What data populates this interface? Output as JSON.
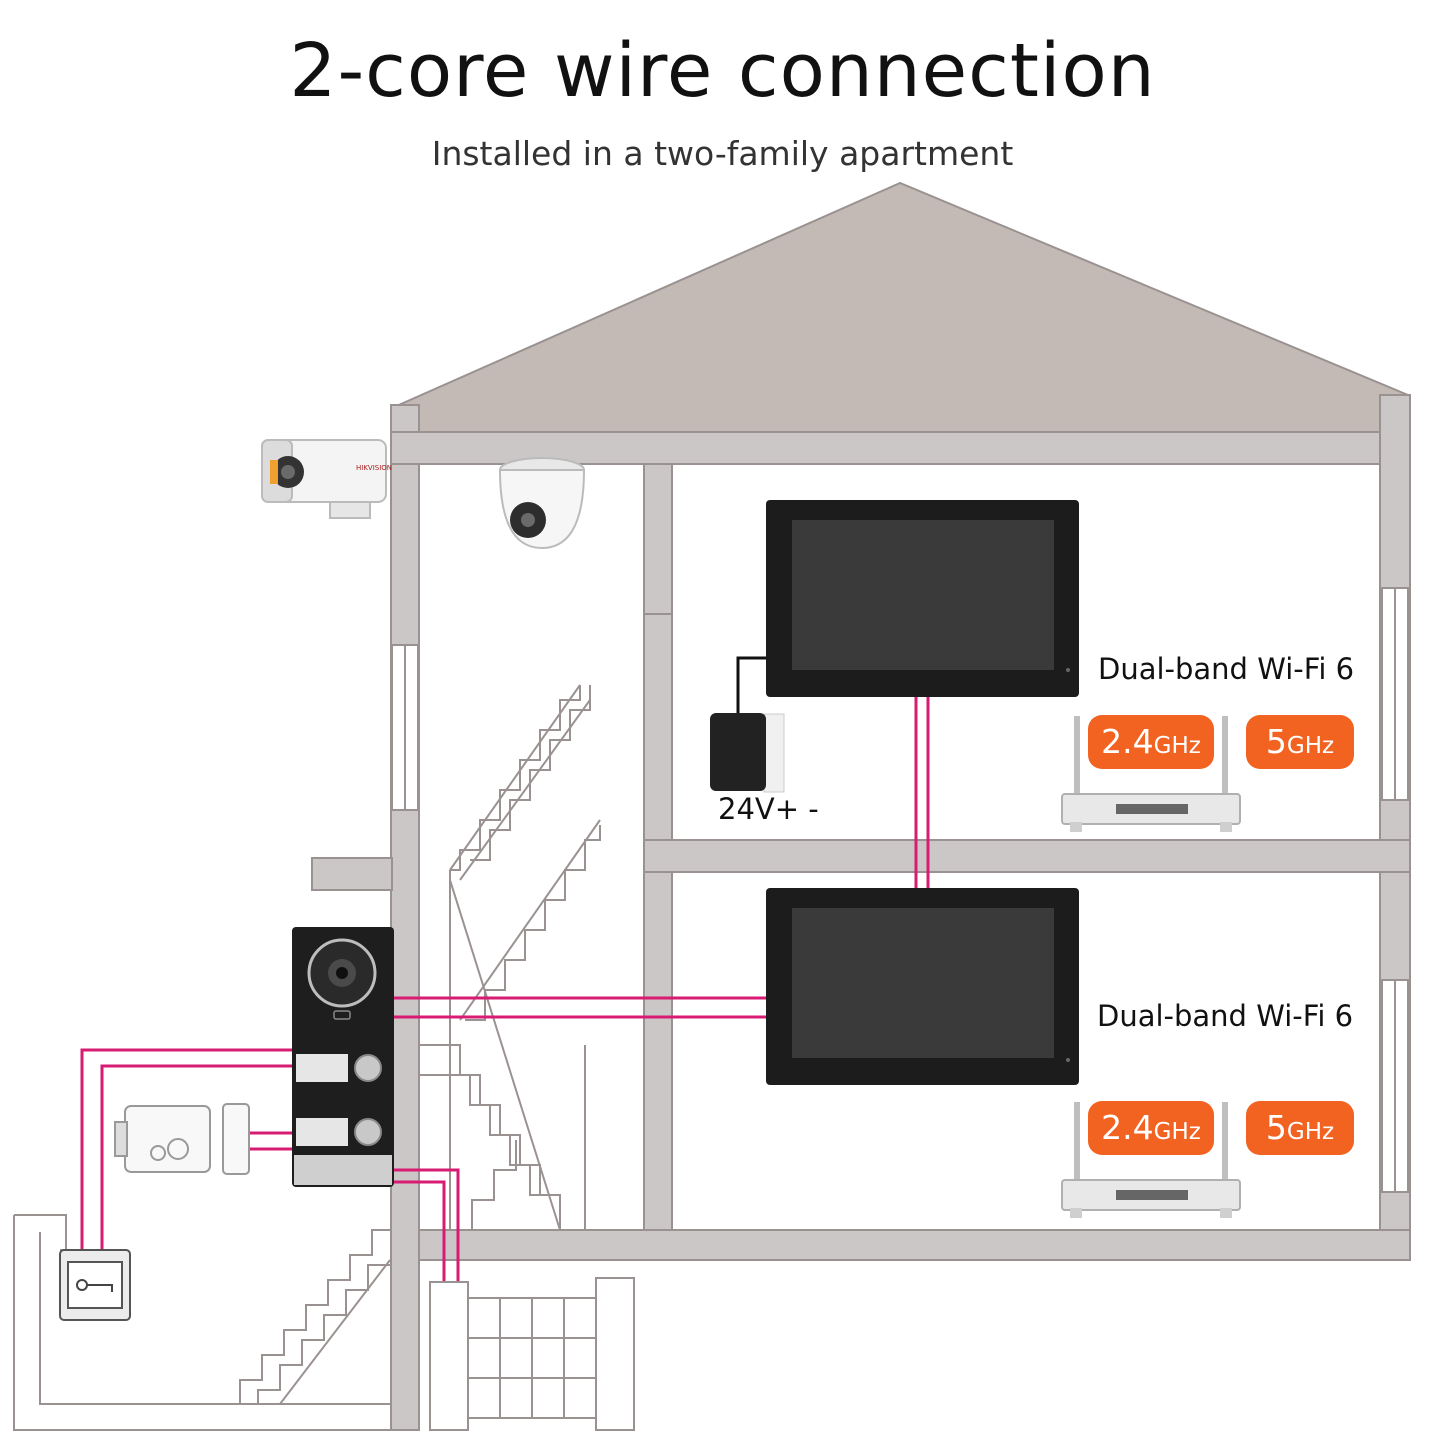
{
  "title": "2-core wire connection",
  "subtitle": "Installed in a two-family apartment",
  "power_label": "24V+ -",
  "floors": [
    {
      "wifi_label": "Dual-band Wi-Fi 6",
      "bands": [
        {
          "value": "2.4",
          "unit": "GHz"
        },
        {
          "value": "5",
          "unit": "GHz"
        }
      ]
    },
    {
      "wifi_label": "Dual-band Wi-Fi 6",
      "bands": [
        {
          "value": "2.4",
          "unit": "GHz"
        },
        {
          "value": "5",
          "unit": "GHz"
        }
      ]
    }
  ],
  "camera_brand_text": "HIKVISION",
  "colors": {
    "wall": "#cbc7c6",
    "roof": "#c3bab6",
    "wire": "#d81b73",
    "badge": "#f26322",
    "monitor": "#1c1c1c",
    "screen": "#3a3a3a"
  }
}
